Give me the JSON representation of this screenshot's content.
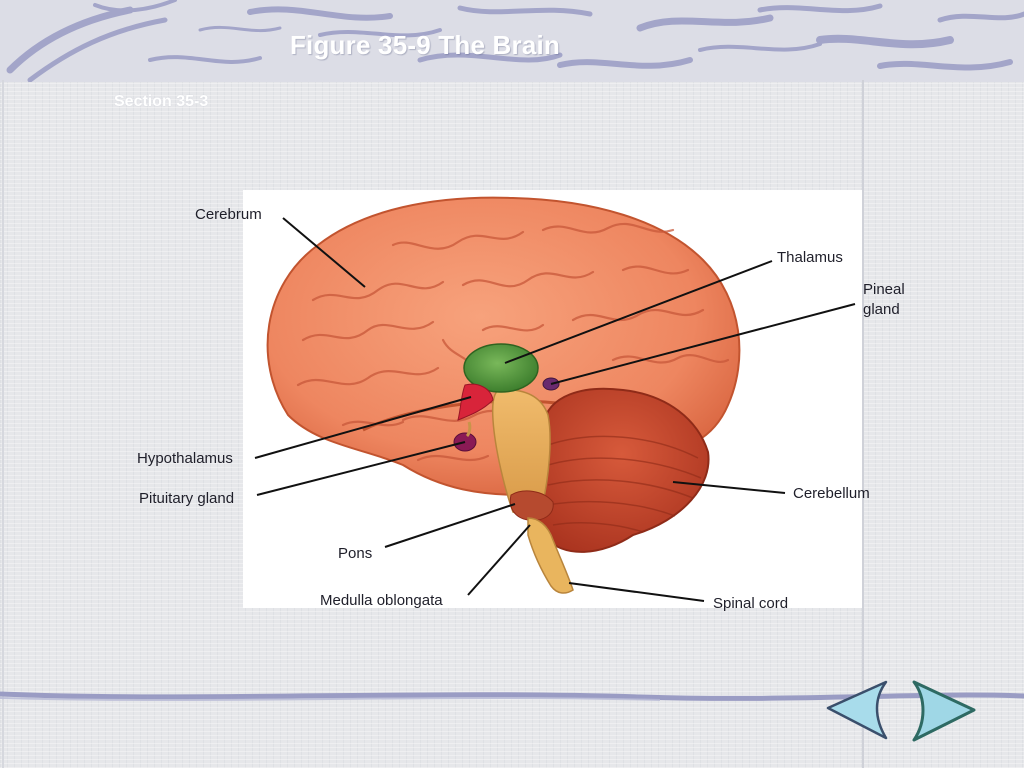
{
  "slide": {
    "title": "Figure 35-9 The Brain",
    "section": "Section 35-3"
  },
  "diagram": {
    "labels": {
      "cerebrum": "Cerebrum",
      "thalamus": "Thalamus",
      "pineal_line1": "Pineal",
      "pineal_line2": "gland",
      "hypothalamus": "Hypothalamus",
      "pituitary": "Pituitary gland",
      "cerebellum": "Cerebellum",
      "pons": "Pons",
      "medulla": "Medulla oblongata",
      "spinal_cord": "Spinal cord"
    }
  },
  "colors": {
    "banner_swash": "#9a9cc4",
    "nav_fill": "#9fd7e6",
    "nav_stroke": "#3a4f6c",
    "nav_next_stroke": "#2e6a63",
    "cerebrum": "#f08a63",
    "cerebellum": "#c9452a",
    "thalamus": "#4e9a3c",
    "hypothalamus": "#d8243a",
    "pituitary": "#8a1a55",
    "brainstem": "#e8b060"
  },
  "nav": {
    "prev_icon": "chevron-left-icon",
    "next_icon": "chevron-right-icon"
  }
}
